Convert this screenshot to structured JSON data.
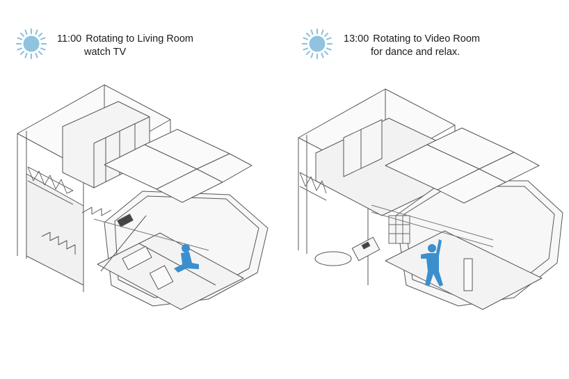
{
  "panels": [
    {
      "time": "11:00",
      "line1": "Rotating to Living Room",
      "line2": "watch TV",
      "sun_icon": "sun-icon",
      "sun_color": "#8fc3df",
      "figure_color": "#3b8fcf"
    },
    {
      "time": "13:00",
      "line1": "Rotating to Video Room",
      "line2": "for dance and relax.",
      "sun_icon": "sun-icon",
      "sun_color": "#8fc3df",
      "figure_color": "#3b8fcf"
    }
  ]
}
